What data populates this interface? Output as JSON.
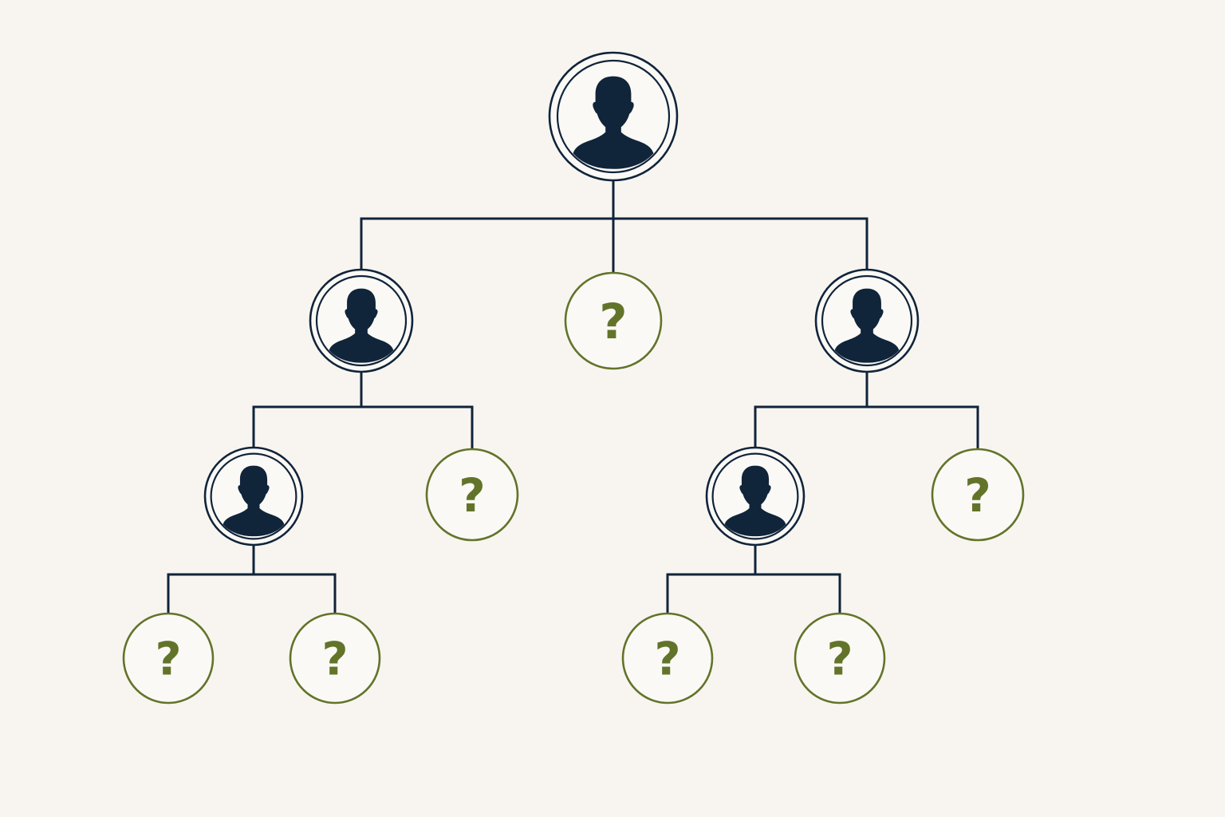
{
  "colors": {
    "background": "#f8f5f0",
    "known": "#10243a",
    "unknown": "#62742a",
    "node_fill": "#fbf9f5"
  },
  "nodes": [
    {
      "id": "root",
      "kind": "person",
      "icon": "person-silhouette-icon"
    },
    {
      "id": "l1-left",
      "parent": "root",
      "kind": "person",
      "icon": "person-silhouette-icon"
    },
    {
      "id": "l1-center",
      "parent": "root",
      "kind": "unknown",
      "label": "?"
    },
    {
      "id": "l1-right",
      "parent": "root",
      "kind": "person",
      "icon": "person-silhouette-icon"
    },
    {
      "id": "l2-left-a",
      "parent": "l1-left",
      "kind": "person",
      "icon": "person-silhouette-icon"
    },
    {
      "id": "l2-left-b",
      "parent": "l1-left",
      "kind": "unknown",
      "label": "?"
    },
    {
      "id": "l2-right-a",
      "parent": "l1-right",
      "kind": "person",
      "icon": "person-silhouette-icon"
    },
    {
      "id": "l2-right-b",
      "parent": "l1-right",
      "kind": "unknown",
      "label": "?"
    },
    {
      "id": "l3-left-a",
      "parent": "l2-left-a",
      "kind": "unknown",
      "label": "?"
    },
    {
      "id": "l3-left-b",
      "parent": "l2-left-a",
      "kind": "unknown",
      "label": "?"
    },
    {
      "id": "l3-right-a",
      "parent": "l2-right-a",
      "kind": "unknown",
      "label": "?"
    },
    {
      "id": "l3-right-b",
      "parent": "l2-right-a",
      "kind": "unknown",
      "label": "?"
    }
  ]
}
